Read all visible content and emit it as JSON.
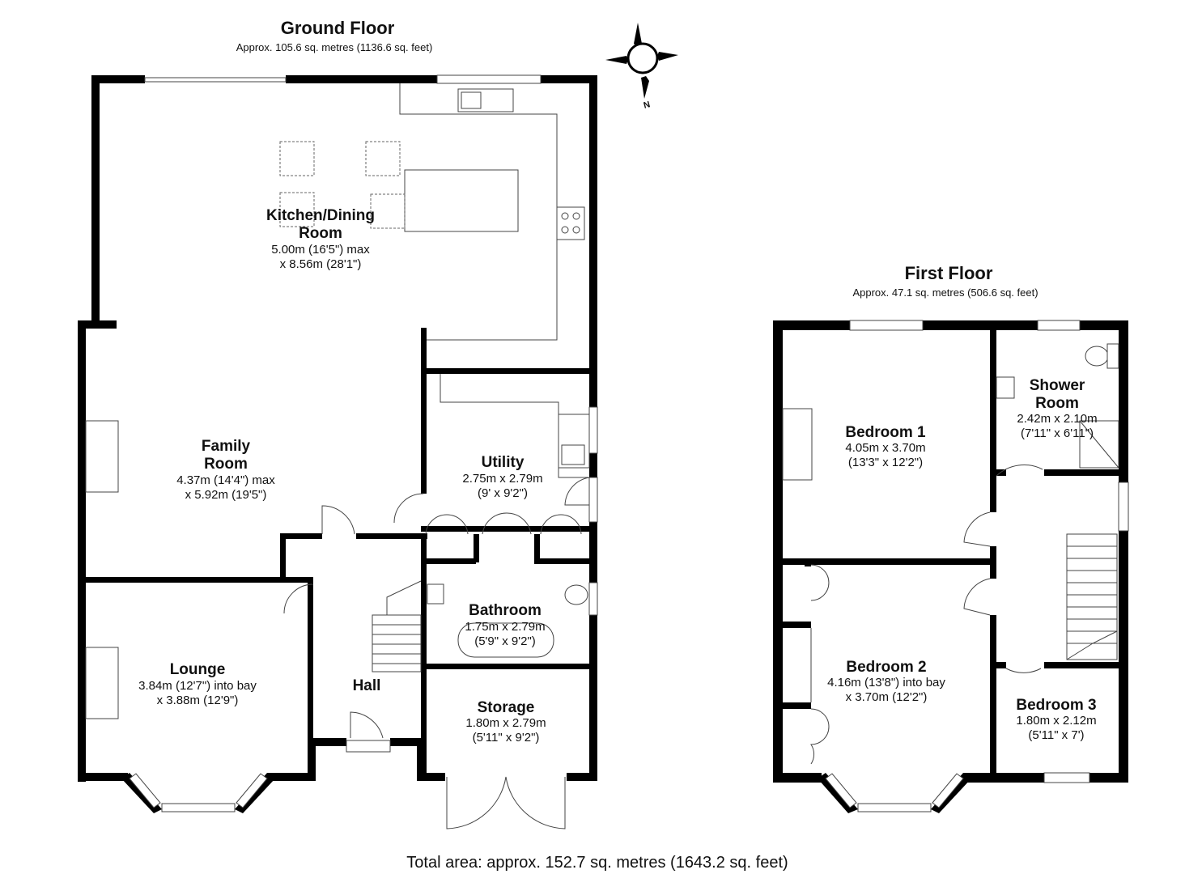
{
  "ground_floor": {
    "title": "Ground Floor",
    "area": "Approx. 105.6 sq. metres (1136.6 sq. feet)",
    "rooms": {
      "kitchen": {
        "name_line1": "Kitchen/Dining",
        "name_line2": "Room",
        "dim_line1": "5.00m (16'5\") max",
        "dim_line2": "x 8.56m (28'1\")"
      },
      "family": {
        "name_line1": "Family",
        "name_line2": "Room",
        "dim_line1": "4.37m (14'4\") max",
        "dim_line2": "x 5.92m (19'5\")"
      },
      "utility": {
        "name": "Utility",
        "dim_line1": "2.75m x 2.79m",
        "dim_line2": "(9' x 9'2\")"
      },
      "bathroom": {
        "name": "Bathroom",
        "dim_line1": "1.75m x 2.79m",
        "dim_line2": "(5'9\" x 9'2\")"
      },
      "lounge": {
        "name": "Lounge",
        "dim_line1": "3.84m (12'7\") into bay",
        "dim_line2": "x 3.88m (12'9\")"
      },
      "hall": {
        "name": "Hall"
      },
      "storage": {
        "name": "Storage",
        "dim_line1": "1.80m x 2.79m",
        "dim_line2": "(5'11\" x 9'2\")"
      }
    }
  },
  "first_floor": {
    "title": "First Floor",
    "area": "Approx. 47.1 sq. metres (506.6 sq. feet)",
    "rooms": {
      "bedroom1": {
        "name": "Bedroom 1",
        "dim_line1": "4.05m x 3.70m",
        "dim_line2": "(13'3\" x 12'2\")"
      },
      "shower": {
        "name_line1": "Shower",
        "name_line2": "Room",
        "dim_line1": "2.42m x 2.10m",
        "dim_line2": "(7'11\" x 6'11\")"
      },
      "bedroom2": {
        "name": "Bedroom 2",
        "dim_line1": "4.16m (13'8\") into bay",
        "dim_line2": "x 3.70m (12'2\")"
      },
      "bedroom3": {
        "name": "Bedroom 3",
        "dim_line1": "1.80m x 2.12m",
        "dim_line2": "(5'11\" x 7')"
      }
    }
  },
  "compass": {
    "label": "N"
  },
  "total_area": "Total area: approx. 152.7 sq. metres (1643.2 sq. feet)"
}
